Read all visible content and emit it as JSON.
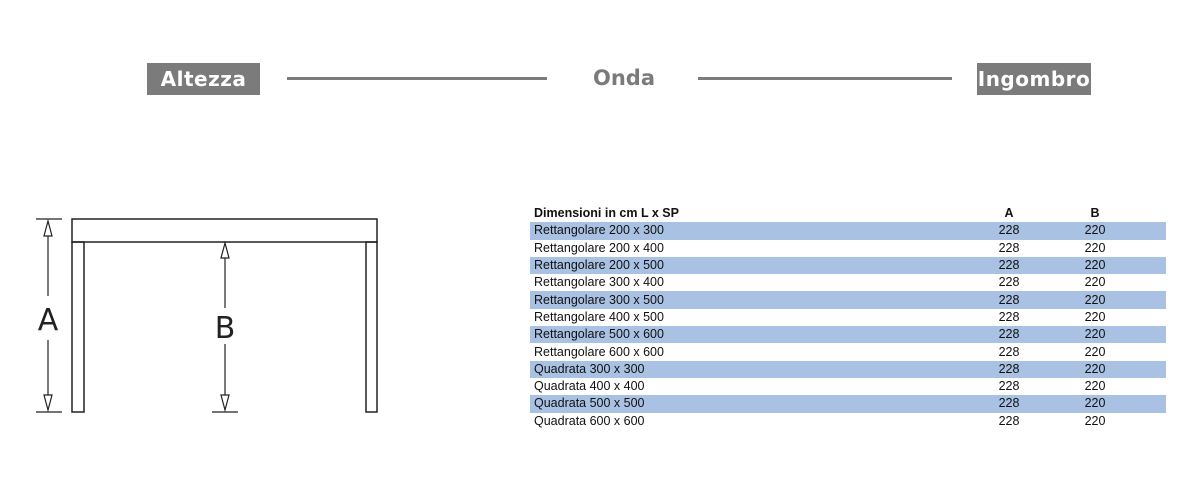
{
  "header": {
    "left_tag": "Altezza",
    "center_title": "Onda",
    "right_tag": "Ingombro"
  },
  "diagram": {
    "label_a": "A",
    "label_b": "B"
  },
  "table": {
    "headers": [
      "Dimensioni in cm L x SP",
      "A",
      "B"
    ],
    "rows": [
      [
        "Rettangolare 200 x 300",
        "228",
        "220"
      ],
      [
        "Rettangolare 200 x 400",
        "228",
        "220"
      ],
      [
        "Rettangolare 200 x 500",
        "228",
        "220"
      ],
      [
        "Rettangolare 300 x 400",
        "228",
        "220"
      ],
      [
        "Rettangolare 300 x 500",
        "228",
        "220"
      ],
      [
        "Rettangolare 400 x 500",
        "228",
        "220"
      ],
      [
        "Rettangolare 500 x 600",
        "228",
        "220"
      ],
      [
        "Rettangolare 600 x 600",
        "228",
        "220"
      ],
      [
        "Quadrata 300 x 300",
        "228",
        "220"
      ],
      [
        "Quadrata 400 x 400",
        "228",
        "220"
      ],
      [
        "Quadrata 500 x 500",
        "228",
        "220"
      ],
      [
        "Quadrata 600 x 600",
        "228",
        "220"
      ]
    ],
    "stripe_color": "#a9c1e2"
  },
  "colors": {
    "tag_background": "#7b7b7b",
    "tag_text": "#ffffff"
  }
}
